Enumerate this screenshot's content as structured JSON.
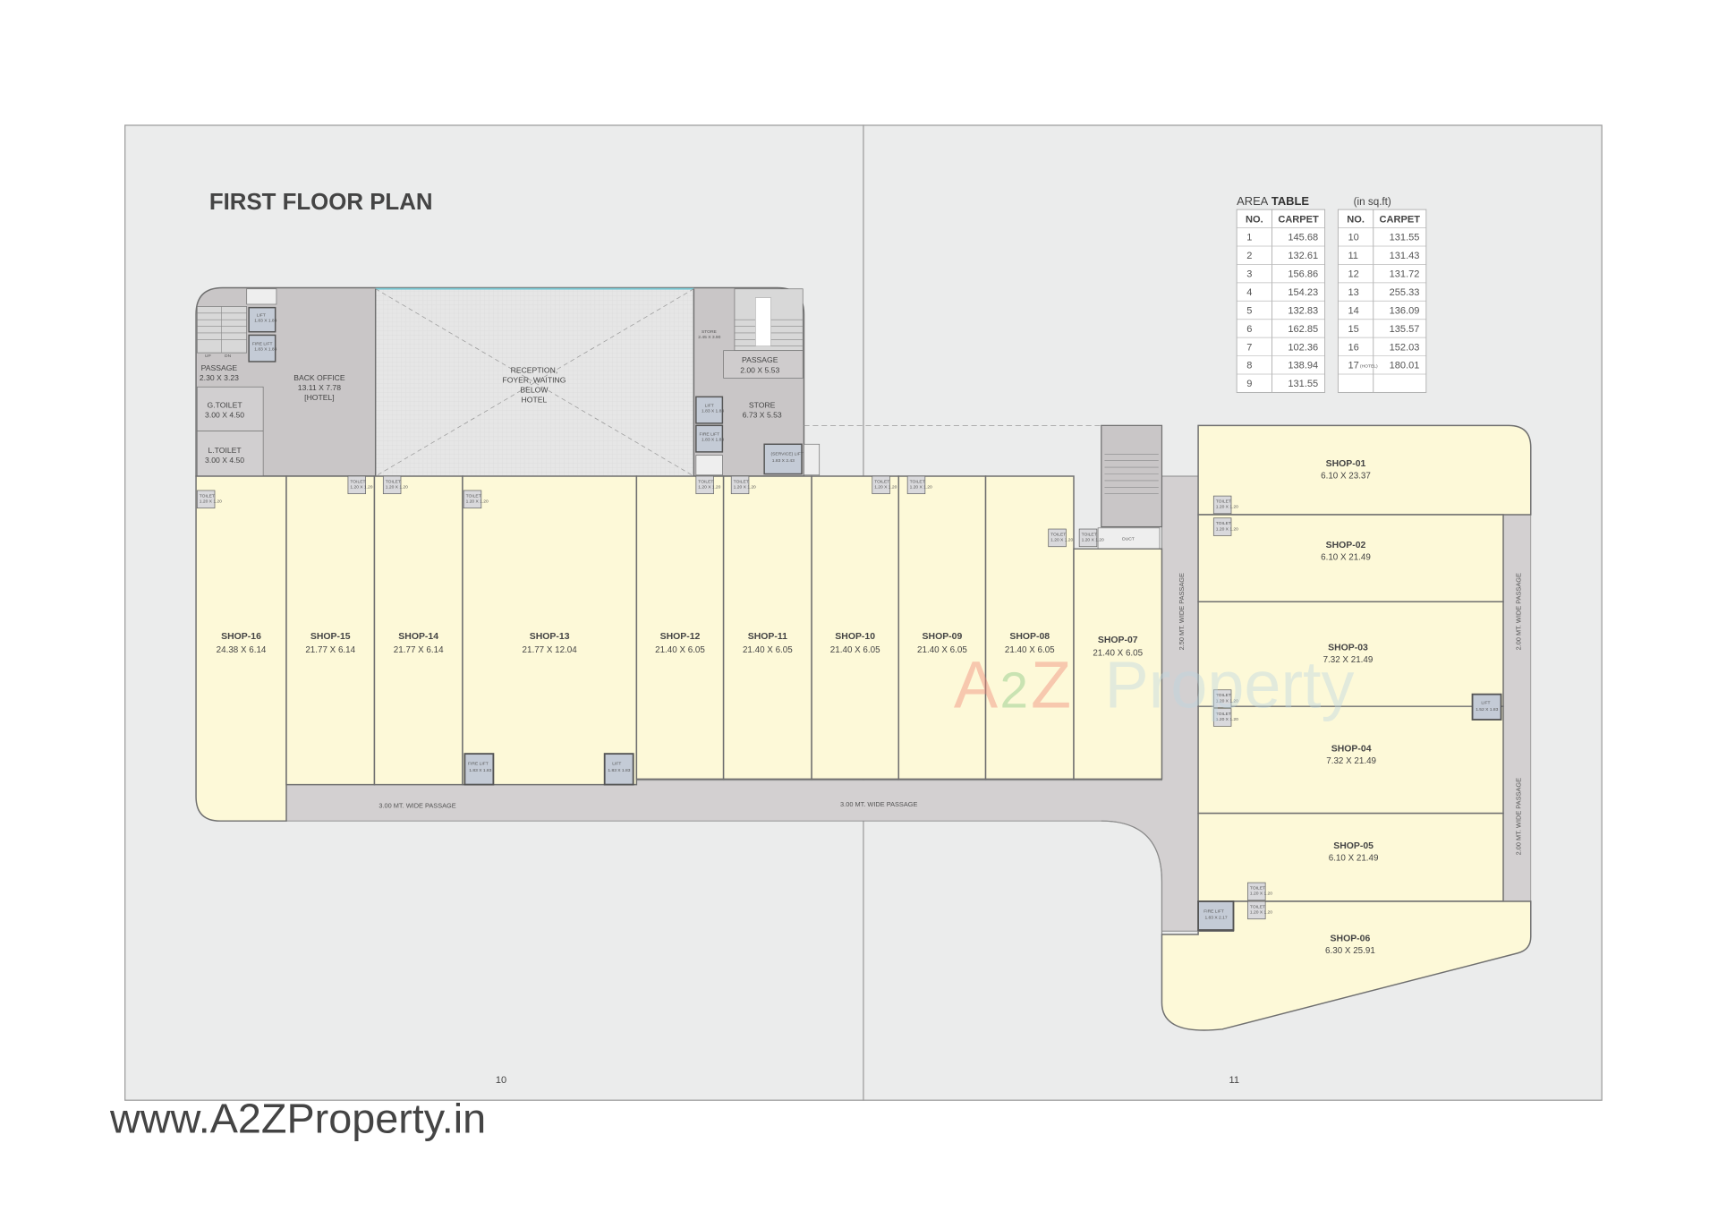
{
  "title": "FIRST FLOOR PLAN",
  "page_numbers": [
    "10",
    "11"
  ],
  "website_watermark": "www.A2ZProperty.in",
  "logo_watermark": {
    "text_a": "A",
    "text_2": "2",
    "text_z": "Z",
    "text_property": "Property"
  },
  "colors": {
    "shop_fill": "#fdf9d8",
    "core_fill": "#c9c6c7",
    "passage_fill": "#d3d0d1",
    "page_bg": "#ebecec",
    "lift_fill": "#c4cbd6"
  },
  "area_table": {
    "title_light": "AREA",
    "title_bold": "TABLE",
    "unit": "(in sq.ft)",
    "headers": [
      "NO.",
      "CARPET"
    ],
    "left": [
      {
        "no": "1",
        "carpet": "145.68"
      },
      {
        "no": "2",
        "carpet": "132.61"
      },
      {
        "no": "3",
        "carpet": "156.86"
      },
      {
        "no": "4",
        "carpet": "154.23"
      },
      {
        "no": "5",
        "carpet": "132.83"
      },
      {
        "no": "6",
        "carpet": "162.85"
      },
      {
        "no": "7",
        "carpet": "102.36"
      },
      {
        "no": "8",
        "carpet": "138.94"
      },
      {
        "no": "9",
        "carpet": "131.55"
      }
    ],
    "right": [
      {
        "no": "10",
        "carpet": "131.55"
      },
      {
        "no": "11",
        "carpet": "131.43"
      },
      {
        "no": "12",
        "carpet": "131.72"
      },
      {
        "no": "13",
        "carpet": "255.33"
      },
      {
        "no": "14",
        "carpet": "136.09"
      },
      {
        "no": "15",
        "carpet": "135.57"
      },
      {
        "no": "16",
        "carpet": "152.03"
      },
      {
        "no": "17",
        "no_note": "(HOTEL)",
        "carpet": "180.01"
      }
    ]
  },
  "rooms": {
    "passage_left": {
      "name": "PASSAGE",
      "dim": "2.30 X 3.23"
    },
    "g_toilet": {
      "name": "G.TOILET",
      "dim": "3.00 X 4.50"
    },
    "l_toilet": {
      "name": "L.TOILET",
      "dim": "3.00 X 4.50"
    },
    "back_office": {
      "name": "BACK OFFICE",
      "dim": "13.11 X 7.78",
      "note": "[HOTEL]"
    },
    "reception": {
      "line1": "RECEPTION,",
      "line2": "FOYER, WAITING",
      "line3": "BELOW",
      "line4": "HOTEL"
    },
    "passage_right": {
      "name": "PASSAGE",
      "dim": "2.00 X 5.53"
    },
    "store": {
      "name": "STORE",
      "dim": "6.73 X 5.53"
    },
    "store_small": {
      "name": "STORE",
      "dim": "2.45 X 3.90"
    },
    "lift_left": {
      "name": "LIFT",
      "dim": "1.83 X 1.83"
    },
    "fire_lift_left": {
      "name": "FIRE LIFT",
      "dim": "1.83 X 1.83"
    },
    "lift_right": {
      "name": "LIFT",
      "dim": "1.83 X 1.83"
    },
    "fire_lift_right": {
      "name": "FIRE LIFT",
      "dim": "1.83 X 1.83"
    },
    "service_lift": {
      "name": "(SERVICE) LIFT",
      "dim": "1.83 X 2.43"
    },
    "fire_lift_13": {
      "name": "FIRE LIFT",
      "dim": "1.83 X 1.83"
    },
    "lift_13": {
      "name": "LIFT",
      "dim": "1.83 X 1.83"
    },
    "lift_03": {
      "name": "LIFT",
      "dim": "1.52 X 1.83"
    },
    "fire_lift_06": {
      "name": "FIRE LIFT",
      "dim": "1.83 X 2.17"
    },
    "duct": "DUCT",
    "toilet": {
      "name": "TOILET",
      "dim": "1.20 X 1.20"
    },
    "stair_up": "UP",
    "stair_dn": "DN"
  },
  "shops": [
    {
      "name": "SHOP-16",
      "dim": "24.38 X 6.14"
    },
    {
      "name": "SHOP-15",
      "dim": "21.77 X 6.14"
    },
    {
      "name": "SHOP-14",
      "dim": "21.77 X 6.14"
    },
    {
      "name": "SHOP-13",
      "dim": "21.77 X 12.04"
    },
    {
      "name": "SHOP-12",
      "dim": "21.40 X 6.05"
    },
    {
      "name": "SHOP-11",
      "dim": "21.40 X 6.05"
    },
    {
      "name": "SHOP-10",
      "dim": "21.40 X 6.05"
    },
    {
      "name": "SHOP-09",
      "dim": "21.40 X 6.05"
    },
    {
      "name": "SHOP-08",
      "dim": "21.40 X 6.05"
    },
    {
      "name": "SHOP-07",
      "dim": "21.40 X 6.05"
    },
    {
      "name": "SHOP-01",
      "dim": "6.10 X 23.37"
    },
    {
      "name": "SHOP-02",
      "dim": "6.10 X 21.49"
    },
    {
      "name": "SHOP-03",
      "dim": "7.32 X 21.49"
    },
    {
      "name": "SHOP-04",
      "dim": "7.32 X 21.49"
    },
    {
      "name": "SHOP-05",
      "dim": "6.10 X 21.49"
    },
    {
      "name": "SHOP-06",
      "dim": "6.30 X 25.91"
    }
  ],
  "passages": {
    "bottom_left": "3.00 MT. WIDE PASSAGE",
    "bottom_right": "3.00 MT. WIDE PASSAGE",
    "vertical_left": "2.50 MT. WIDE PASSAGE",
    "vertical_right_top": "2.00 MT. WIDE PASSAGE",
    "vertical_right_bottom": "2.00 MT. WIDE PASSAGE"
  }
}
